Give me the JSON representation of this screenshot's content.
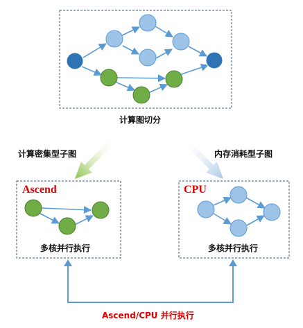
{
  "top_panel": {
    "caption": "计算图切分"
  },
  "split_arrows": {
    "left_label": "计算密集型子图",
    "right_label": "内存消耗型子图"
  },
  "left_panel": {
    "brand": "Ascend",
    "caption": "多核并行执行"
  },
  "right_panel": {
    "brand": "CPU",
    "caption": "多核并行执行"
  },
  "bottom": {
    "caption": "Ascend/CPU 并行执行"
  },
  "colors": {
    "dark_node": "#2E74B5",
    "light_node": "#9DC3E6",
    "green_node": "#70AD47",
    "edge": "#5B9BD5",
    "brand_red": "#E00000",
    "box_border": "#3A5A78",
    "left_arrow": "#8BC34A",
    "right_arrow": "#A9C8E8"
  }
}
